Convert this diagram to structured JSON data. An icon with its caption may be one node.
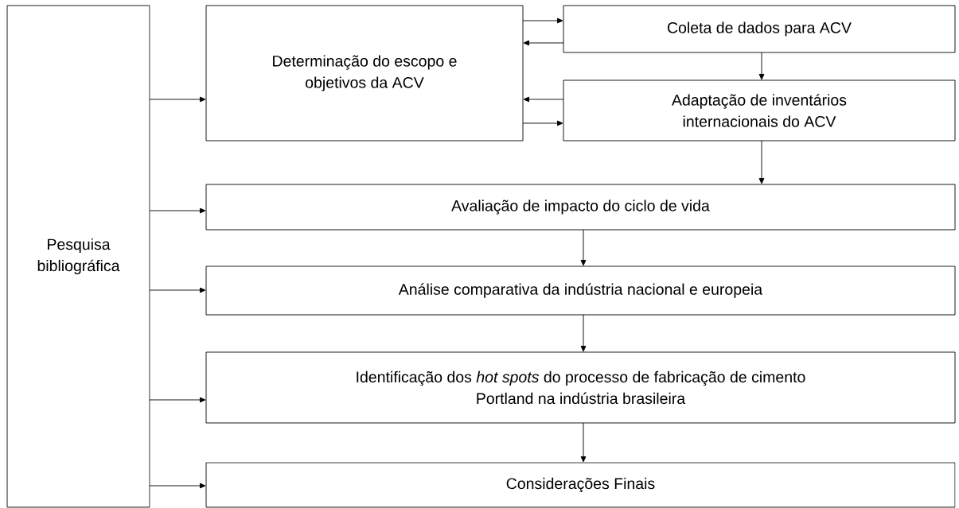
{
  "diagram": {
    "nodes": [
      {
        "text": [
          "Pesquisa bibliográfica"
        ]
      },
      {
        "text": [
          "Determinação do escopo e objetivos da ACV"
        ]
      },
      {
        "text": [
          "Coleta de dados para ACV"
        ]
      },
      {
        "text": [
          "Adaptação de inventários internacionais do ACV"
        ]
      },
      {
        "text": [
          "Avaliação de impacto do ciclo de vida"
        ]
      },
      {
        "text": [
          "Análise comparativa da indústria nacional e europeia"
        ]
      },
      {
        "text": [
          "Identificação dos *hot spots* do processo de fabricação de cimento Portland na indústria brasileira"
        ]
      },
      {
        "text": [
          "Considerações Finais"
        ]
      }
    ],
    "edges": [
      {
        "from": 0,
        "to": 1,
        "arrow": "to"
      },
      {
        "from": 0,
        "to": 4,
        "arrow": "to"
      },
      {
        "from": 0,
        "to": 5,
        "arrow": "to"
      },
      {
        "from": 0,
        "to": 6,
        "arrow": "to"
      },
      {
        "from": 0,
        "to": 7,
        "arrow": "to"
      },
      {
        "from": 1,
        "to": 2,
        "arrow": "to"
      },
      {
        "from": 2,
        "to": 1,
        "arrow": "to"
      },
      {
        "from": 3,
        "to": 1,
        "arrow": "to"
      },
      {
        "from": 1,
        "to": 3,
        "arrow": "to"
      },
      {
        "from": 2,
        "to": 3,
        "arrow": "to"
      },
      {
        "from": 3,
        "to": 4,
        "arrow": "to"
      },
      {
        "from": 4,
        "to": 5,
        "arrow": "to"
      },
      {
        "from": 5,
        "to": 6,
        "arrow": "to"
      },
      {
        "from": 6,
        "to": 7,
        "arrow": "to"
      }
    ]
  }
}
